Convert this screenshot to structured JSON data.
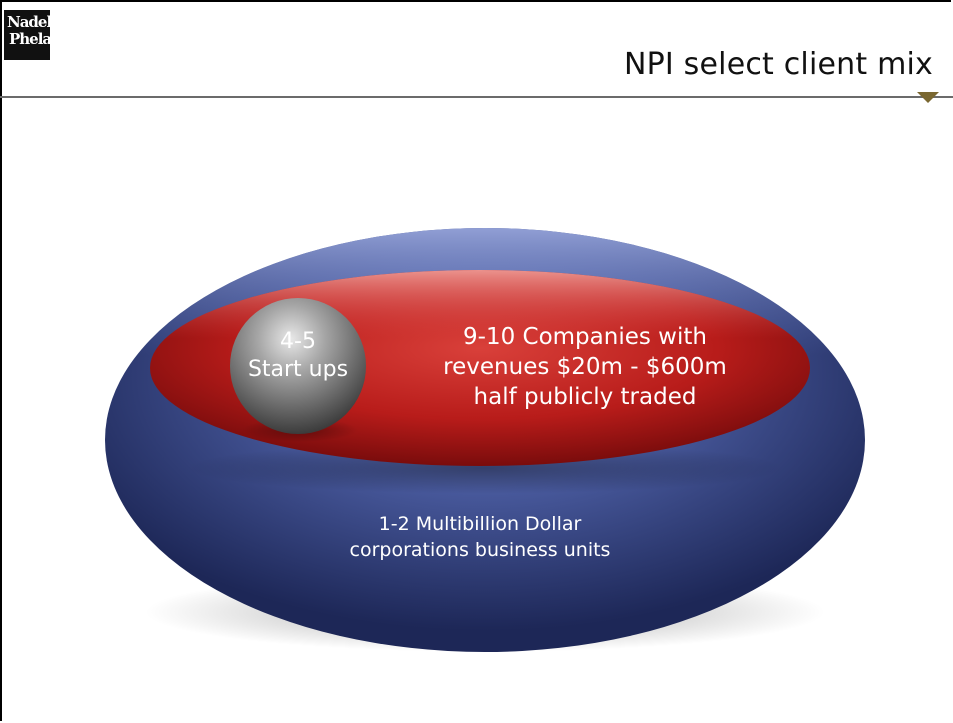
{
  "header": {
    "logo_line1": "Nadel",
    "logo_line2": "Phelan",
    "title": "NPI select client mix"
  },
  "diagram": {
    "outer": {
      "line1": "1-2 Multibillion Dollar",
      "line2": "corporations business units"
    },
    "middle": {
      "line1": "9-10 Companies with",
      "line2": "revenues $20m - $600m",
      "line3": "half publicly traded"
    },
    "inner": {
      "line1": "4-5",
      "line2": "Start ups"
    }
  },
  "colors": {
    "outer_fill": "#3e4f8f",
    "middle_fill": "#c0201f",
    "inner_fill": "#8a8a8a",
    "marker": "#7a6730"
  }
}
